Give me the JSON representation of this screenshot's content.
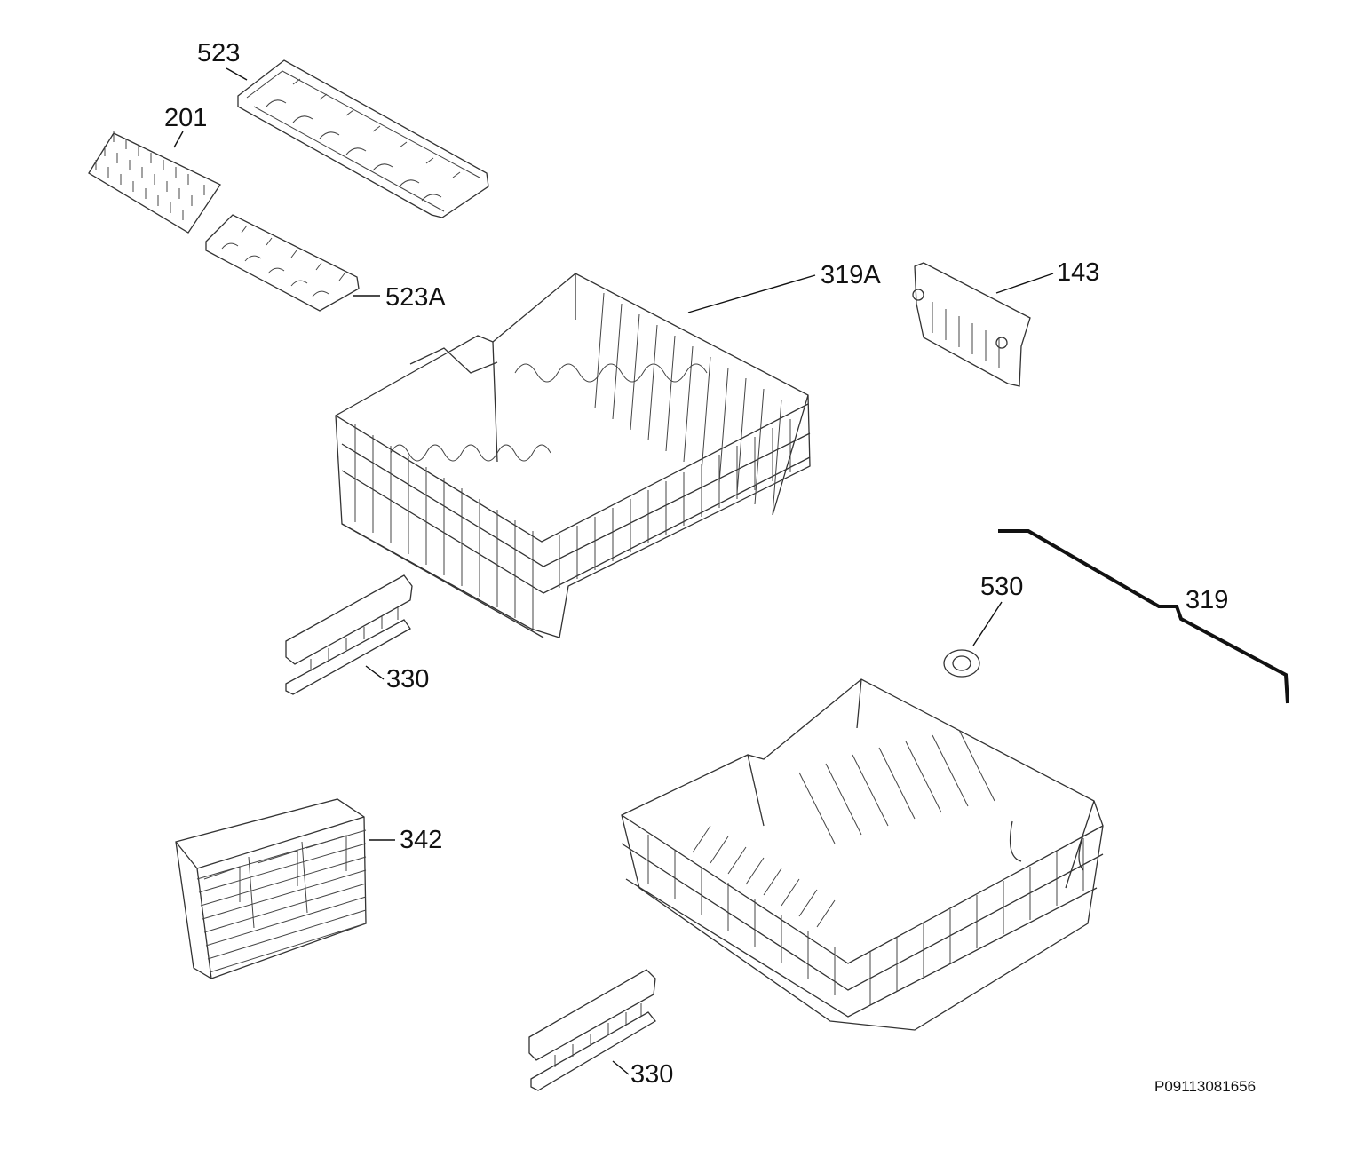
{
  "callouts": {
    "c523": "523",
    "c201": "201",
    "c523A": "523A",
    "c319A": "319A",
    "c143": "143",
    "c530": "530",
    "c319": "319",
    "c330_upper": "330",
    "c342": "342",
    "c330_lower": "330"
  },
  "drawing_code": "P09113081656"
}
